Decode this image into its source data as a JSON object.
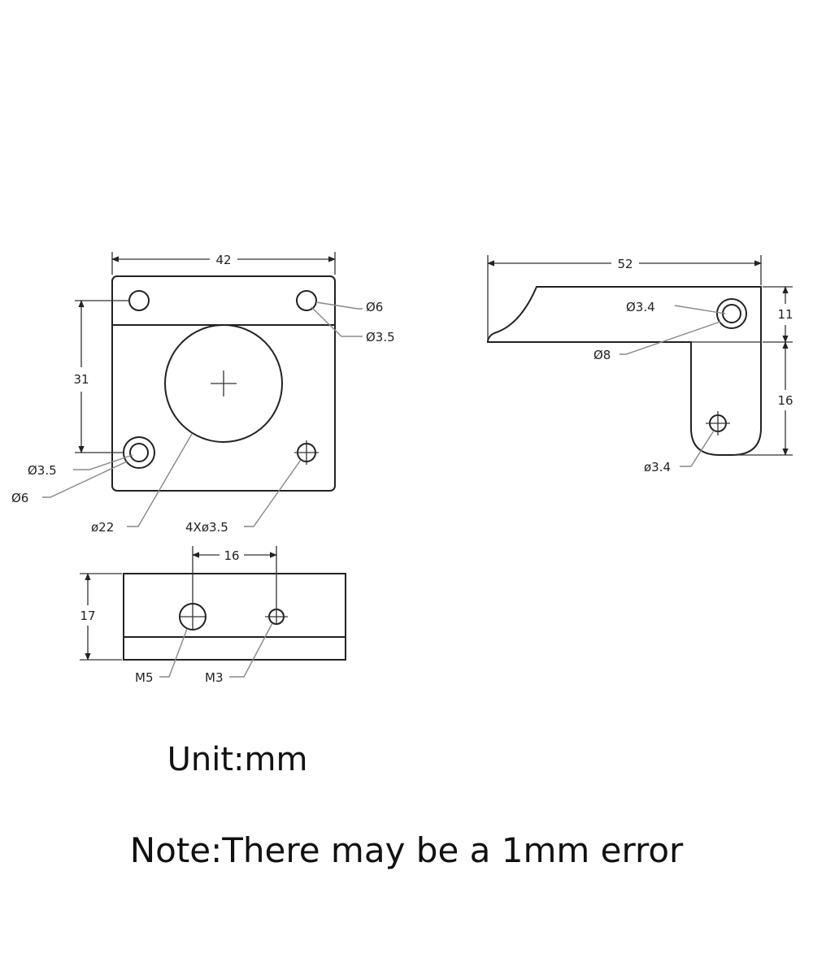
{
  "front_view": {
    "width": "42",
    "hole_span": "31",
    "top_right_outer": "Ø6",
    "top_right_inner": "Ø3.5",
    "bottom_left_inner": "Ø3.5",
    "bottom_left_outer": "Ø6",
    "center_hole": "ø22",
    "mount_holes": "4Xø3.5"
  },
  "side_view": {
    "width": "52",
    "top_hole": "Ø3.4",
    "top_counterbore": "Ø8",
    "top_height": "11",
    "lower_height": "16",
    "lower_hole": "ø3.4"
  },
  "bottom_view": {
    "spacing": "16",
    "height": "17",
    "left_thread": "M5",
    "right_thread": "M3"
  },
  "notes": {
    "unit": "Unit:mm",
    "error": "Note:There may be a 1mm error"
  }
}
